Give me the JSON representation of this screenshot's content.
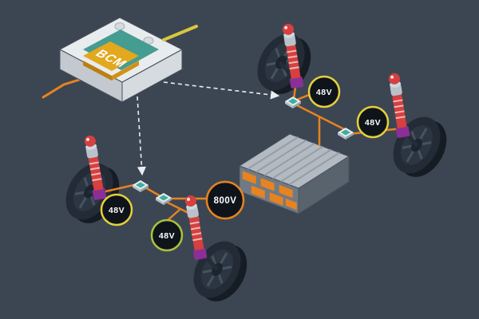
{
  "labels": {
    "bcm": "BCM",
    "hv": "800V",
    "lv_top": "48V",
    "lv_right": "48V",
    "lv_left": "48V",
    "lv_bottom": "48V"
  },
  "colors": {
    "background": "#3c4653",
    "wire": "#e8831f",
    "lv_ring_yellow": "#e6cf3b",
    "lv_ring_green": "#a9c33b",
    "hv_ring": "#e8831f",
    "badge_fill": "#0e141a",
    "damper_red": "#d6403e",
    "connector_purple": "#8b2f96",
    "bcm_chip_gold": "#e2a81e",
    "bcm_tray_teal": "#459c90",
    "battery_cell_orange": "#e8831f",
    "arrow_dashed": "#e9edf0"
  }
}
